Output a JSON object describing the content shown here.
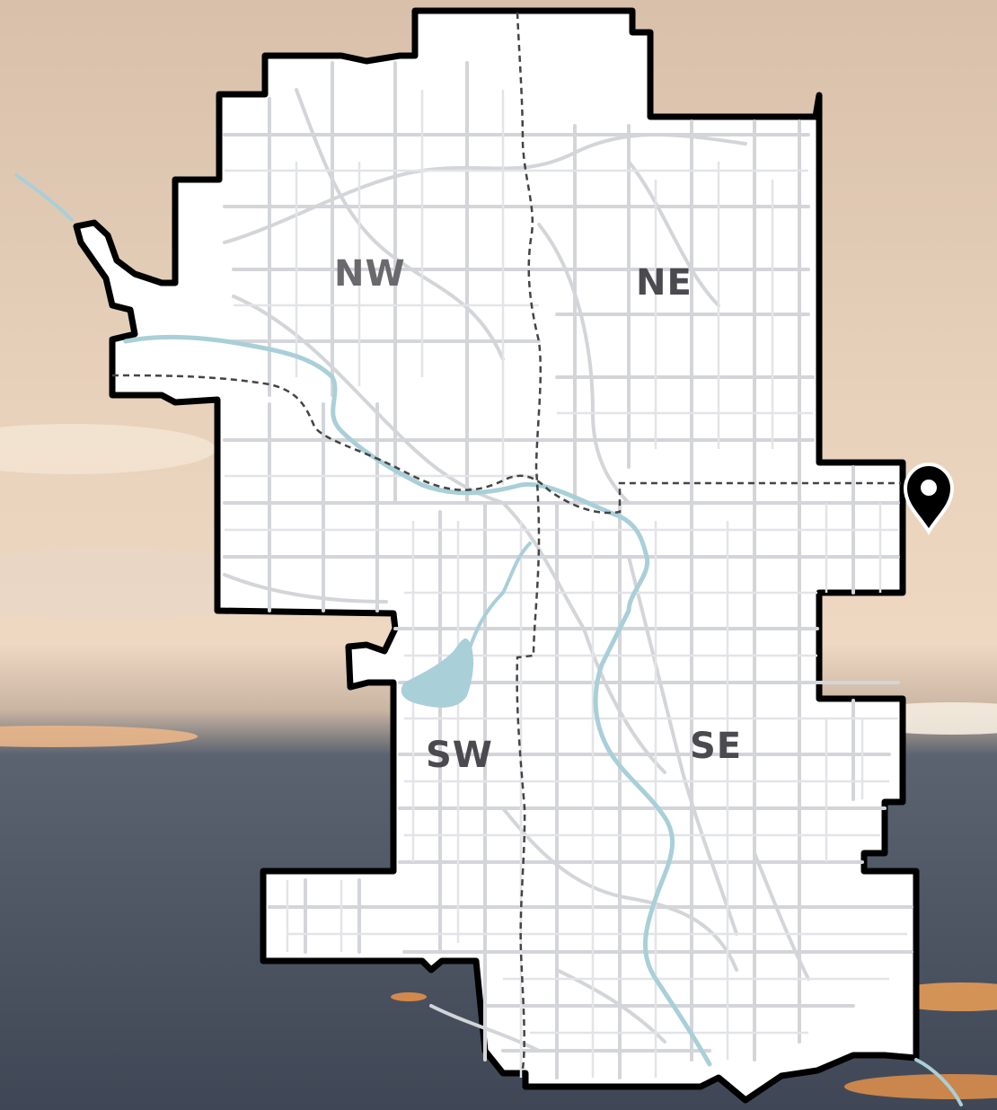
{
  "map": {
    "quadrants": [
      {
        "id": "nw",
        "label": "NW"
      },
      {
        "id": "ne",
        "label": "NE"
      },
      {
        "id": "sw",
        "label": "SW"
      },
      {
        "id": "se",
        "label": "SE"
      }
    ],
    "colors": {
      "sky_top": "#d9c3ae",
      "sky_mid": "#e8d3bf",
      "cloud_dark": "#4a5260",
      "land": "#ffffff",
      "border": "#000000",
      "roads": "#d2d4d8",
      "water": "#a9cfd8",
      "quadrant_divider": "#444444",
      "label": "#4a4a4f"
    },
    "marker_icon": "map-pin-icon"
  }
}
